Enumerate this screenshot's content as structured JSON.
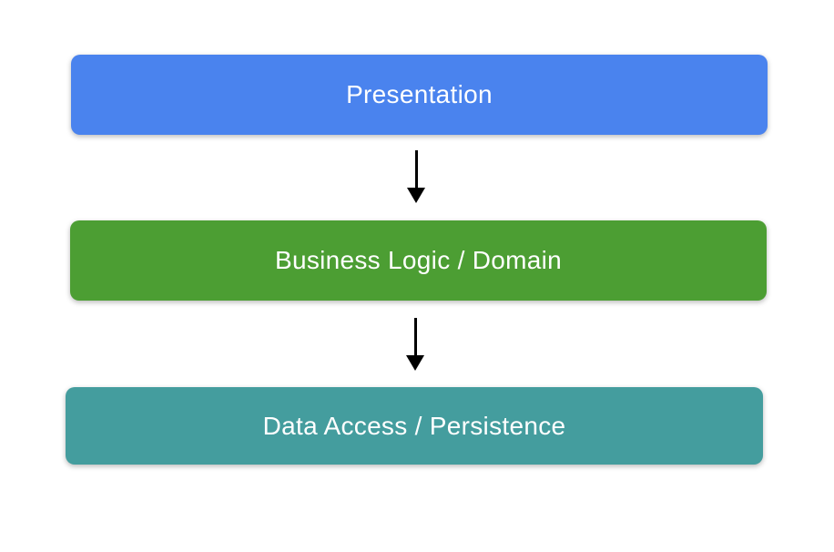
{
  "diagram": {
    "name": "layered-architecture-diagram",
    "background_color": "#ffffff",
    "text_color": "#ffffff",
    "arrow_color": "#000000",
    "layers": [
      {
        "label": "Presentation",
        "color": "#4a83ee"
      },
      {
        "label": "Business Logic / Domain",
        "color": "#4c9e33"
      },
      {
        "label": "Data Access / Persistence",
        "color": "#449d9e"
      }
    ]
  }
}
